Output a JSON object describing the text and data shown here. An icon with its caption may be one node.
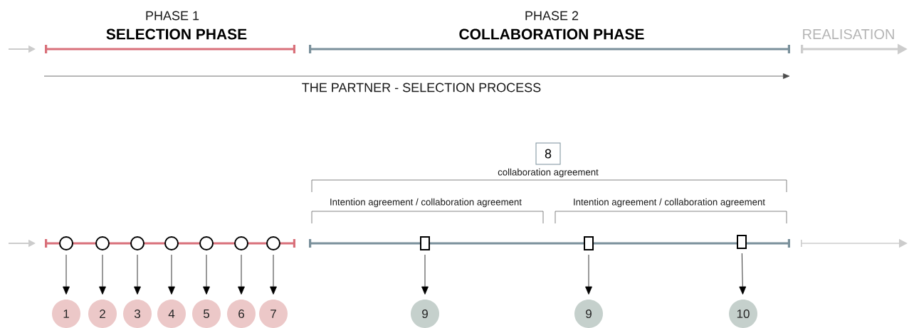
{
  "diagram": {
    "nodes": [
      {
        "text": [
          "8"
        ]
      },
      {
        "text": [],
        "shape": "circle"
      },
      {
        "text": [],
        "shape": "circle"
      },
      {
        "text": [],
        "shape": "circle"
      },
      {
        "text": [],
        "shape": "circle"
      },
      {
        "text": [],
        "shape": "circle"
      },
      {
        "text": [],
        "shape": "circle"
      },
      {
        "text": [],
        "shape": "circle"
      },
      {
        "text": [],
        "shape": "box"
      },
      {
        "text": [],
        "shape": "box"
      },
      {
        "text": [],
        "shape": "box"
      },
      {
        "text": [
          "1"
        ]
      },
      {
        "text": [
          "2"
        ]
      },
      {
        "text": [
          "3"
        ]
      },
      {
        "text": [
          "4"
        ]
      },
      {
        "text": [
          "5"
        ]
      },
      {
        "text": [
          "6"
        ]
      },
      {
        "text": [
          "7"
        ]
      },
      {
        "text": [
          "9"
        ]
      },
      {
        "text": [
          "9"
        ]
      },
      {
        "text": [
          "10"
        ]
      }
    ],
    "edges": [
      {
        "from": 1,
        "to": 11,
        "arrow": "to"
      },
      {
        "from": 2,
        "to": 12,
        "arrow": "to"
      },
      {
        "from": 3,
        "to": 13,
        "arrow": "to"
      },
      {
        "from": 4,
        "to": 14,
        "arrow": "to"
      },
      {
        "from": 5,
        "to": 15,
        "arrow": "to"
      },
      {
        "from": 6,
        "to": 16,
        "arrow": "to"
      },
      {
        "from": 7,
        "to": 17,
        "arrow": "to"
      },
      {
        "from": 8,
        "to": 18,
        "arrow": "to"
      },
      {
        "from": 9,
        "to": 19,
        "arrow": "to"
      },
      {
        "from": 10,
        "to": 20,
        "arrow": "to"
      }
    ],
    "labels": [
      "PHASE 1",
      "PHASE 2",
      "SELECTION PHASE",
      "COLLABORATION PHASE",
      "REALISATION",
      "THE PARTNER - SELECTION PROCESS",
      "collaboration agreement",
      "Intention agreement / collaboration agreement",
      "Intention agreement / collaboration agreement"
    ]
  }
}
